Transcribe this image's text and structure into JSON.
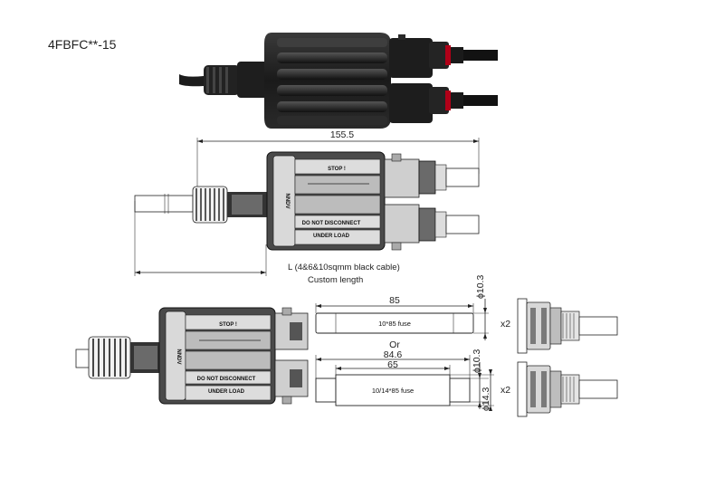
{
  "title": "4FBFC**-15",
  "top_drawing": {
    "length_label": "155.5",
    "cable_label": "L  (4&6&10sqmm black cable)",
    "custom_label": "Custom length",
    "body_marks": {
      "stop": "STOP !",
      "warning_1": "DO NOT DISCONNECT",
      "warning_2": "UNDER LOAD",
      "brand": "NNDV"
    }
  },
  "bottom_drawing": {
    "body_marks": {
      "stop": "STOP !",
      "warning_1": "DO NOT DISCONNECT",
      "warning_2": "UNDER LOAD",
      "brand": "NNDV"
    }
  },
  "fuses": {
    "fuse1": {
      "length": "85",
      "diameter": "ϕ10.3",
      "label": "10*85 fuse",
      "qty": "x2"
    },
    "or_label": "Or",
    "fuse2": {
      "length": "84.6",
      "inner": "65",
      "diameter": "ϕ10.3",
      "diameter2": "ϕ14.3",
      "label": "10/14*85 fuse",
      "qty": "x2"
    }
  }
}
